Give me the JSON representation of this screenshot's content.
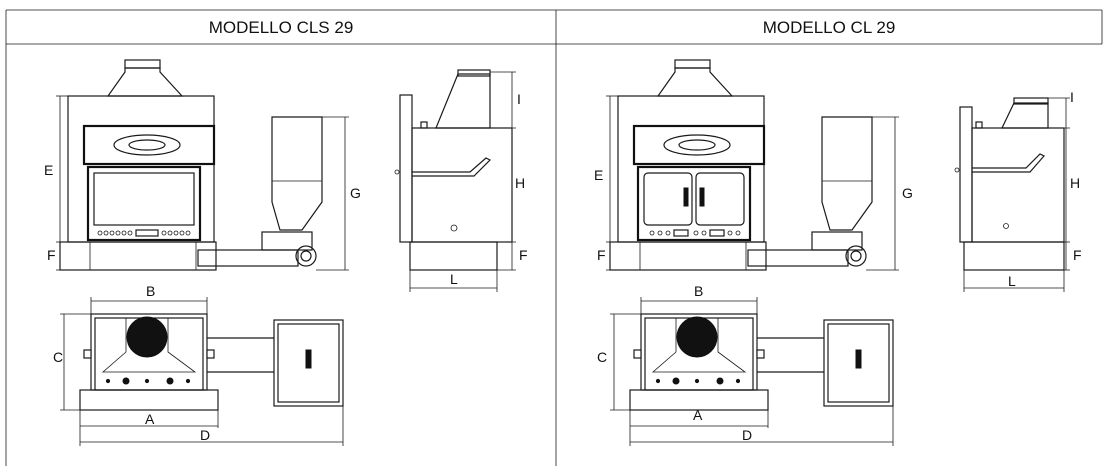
{
  "columns": [
    {
      "title": "MODELLO CLS 29",
      "door_type": "single",
      "front_labels": {
        "E": "E",
        "F": "F",
        "G": "G"
      },
      "side_labels": {
        "I": "I",
        "H": "H",
        "F": "F",
        "L": "L"
      },
      "top_labels": {
        "B": "B",
        "C": "C",
        "A": "A",
        "D": "D"
      }
    },
    {
      "title": "MODELLO CL 29",
      "door_type": "double",
      "front_labels": {
        "E": "E",
        "F": "F",
        "G": "G"
      },
      "side_labels": {
        "I": "I",
        "H": "H",
        "F": "F",
        "L": "L"
      },
      "top_labels": {
        "B": "B",
        "C": "C",
        "A": "A",
        "D": "D"
      }
    }
  ]
}
